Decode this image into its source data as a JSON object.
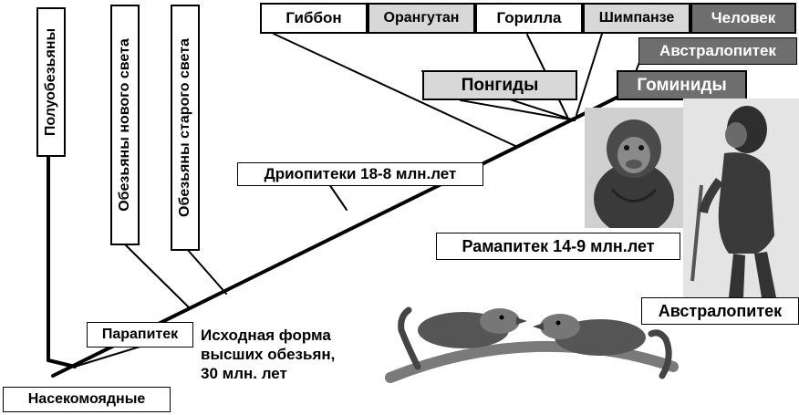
{
  "labels": {
    "gibbon": "Гиббон",
    "orangutan": "Орангутан",
    "gorilla": "Горилла",
    "chimpanzee": "Шимпанзе",
    "human": "Человек",
    "australopithecus_top": "Австралопитек",
    "pongids": "Понгиды",
    "hominids": "Гоминиды",
    "dryopithecus": "Дриопитеки 18-8 млн.лет",
    "ramapithecus": "Рамапитек 14-9 млн.лет",
    "australopithecus_bottom": "Австралопитек",
    "parapithecus": "Парапитек",
    "insectivores": "Насекомоядные",
    "prosimians": "Полуобезьяны",
    "new_world_monkeys": "Обезьяны нового света",
    "old_world_monkeys": "Обезьяны старого света",
    "ancestral_form": [
      "Исходная форма",
      "высших обезьян,",
      "30 млн. лет"
    ]
  },
  "colors": {
    "line": "#000000",
    "grey_box": "#d8d8d8",
    "dark_box": "#6e6e6e"
  },
  "images": {
    "orangutan_photo": "orangutan-photo",
    "australopithecus_figure": "australopithecus-figure",
    "shrew_pair": "tree-shrew-illustration"
  }
}
